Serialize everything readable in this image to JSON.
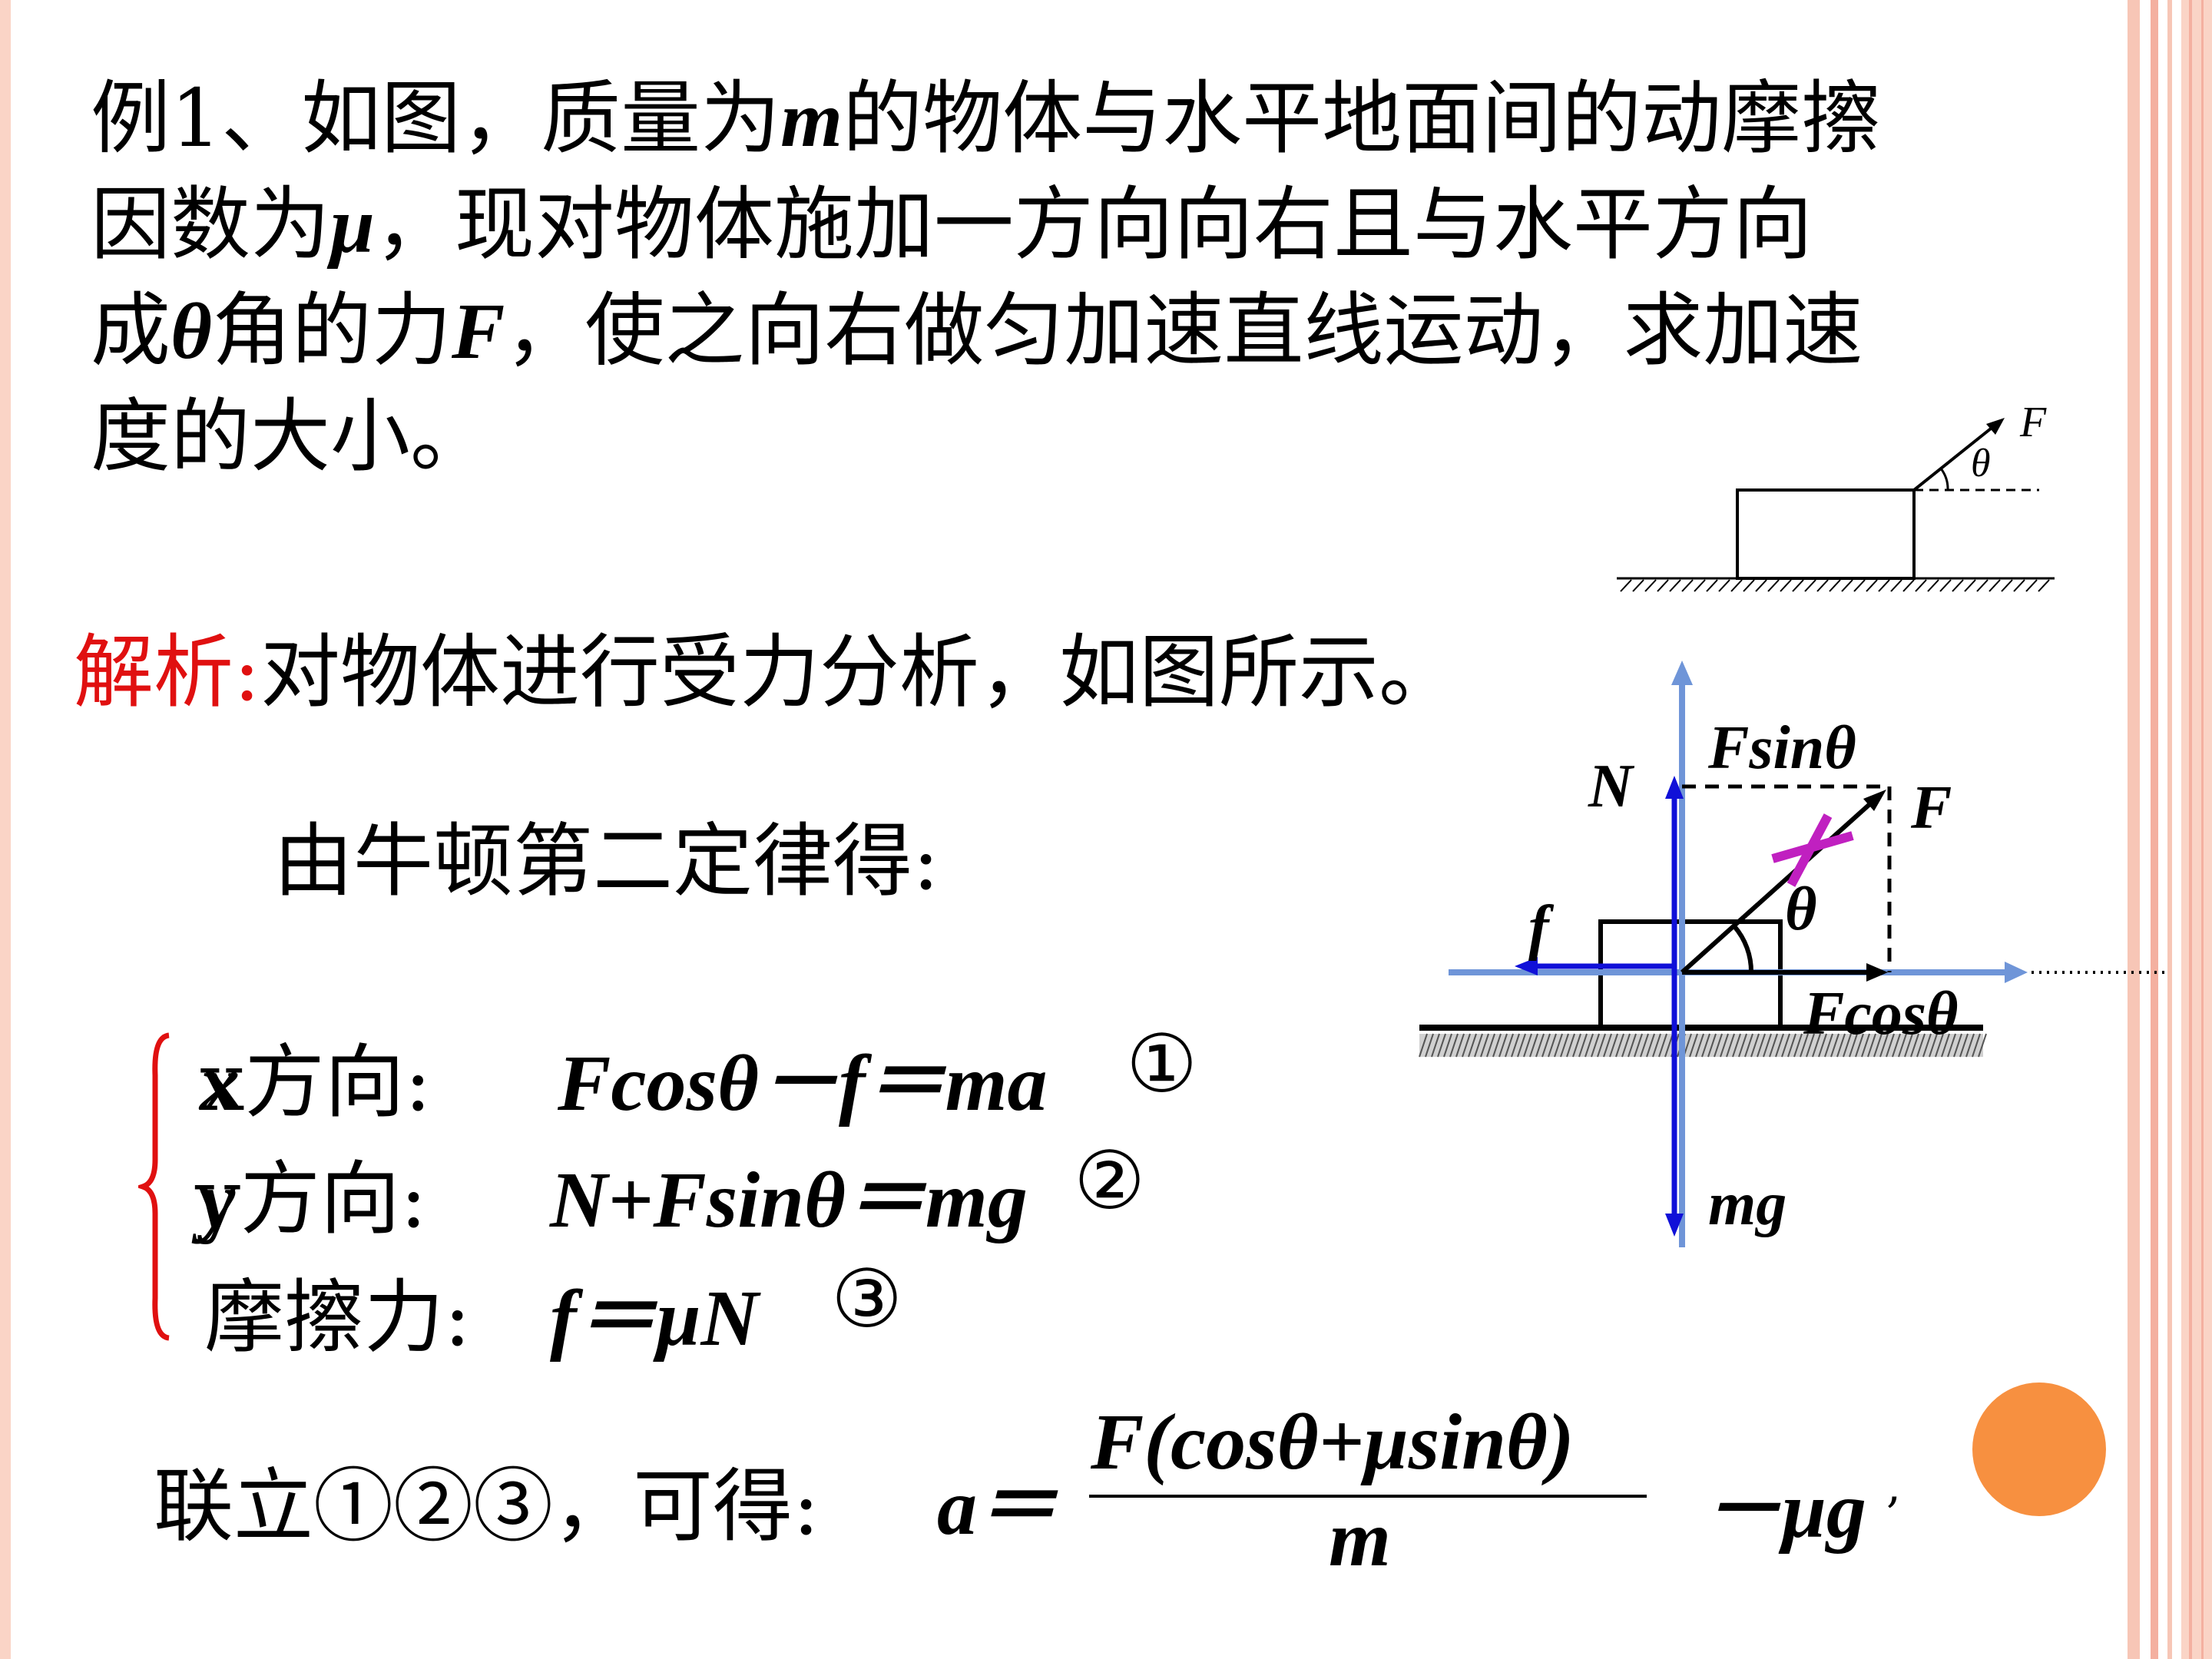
{
  "problem": {
    "line1_pre": "例1、如图，质量为",
    "line1_var": "m",
    "line1_post": "的物体与水平地面间的动摩擦",
    "line2_pre": "因数为",
    "line2_var": "μ",
    "line2_post": "，现对物体施加一方向向右且与水平方向",
    "line3_pre": "成",
    "line3_var1": "θ",
    "line3_mid": "角的力",
    "line3_var2": "F",
    "line3_post": "，使之向右做匀加速直线运动，求加速",
    "line4": "度的大小。"
  },
  "small_diagram": {
    "force_label": "F",
    "angle_label": "θ"
  },
  "analysis": {
    "label": "解析:",
    "text": "对物体进行受力分析，如图所示。"
  },
  "newton": {
    "text": "由牛顿第二定律得:"
  },
  "equations": [
    {
      "label": "x方向:",
      "expr": "Fcosθ－f＝ma",
      "num": "①"
    },
    {
      "label": "y方向:",
      "expr": "N+Fsinθ＝mg",
      "num": "②"
    },
    {
      "label": "摩擦力:",
      "expr": "f＝μN",
      "num": "③"
    }
  ],
  "result": {
    "prefix": "联立①②③，可得:",
    "lhs": "a＝",
    "numerator": "F(cosθ+μsinθ)",
    "denominator": "m",
    "tail": "－μg",
    "comma": ","
  },
  "force_diagram": {
    "N": "N",
    "Fsin": "Fsinθ",
    "F": "F",
    "f": "f",
    "theta": "θ",
    "Fcos": "Fcosθ",
    "mg": "mg"
  },
  "colors": {
    "analysis_label": "#e01010",
    "axis_blue": "#6f95d8",
    "force_blue": "#1010d8",
    "cross_magenta": "#c020c0",
    "brace_red": "#e01010",
    "stripe": "#f4b8a8",
    "deco_circle": "#f79040"
  }
}
